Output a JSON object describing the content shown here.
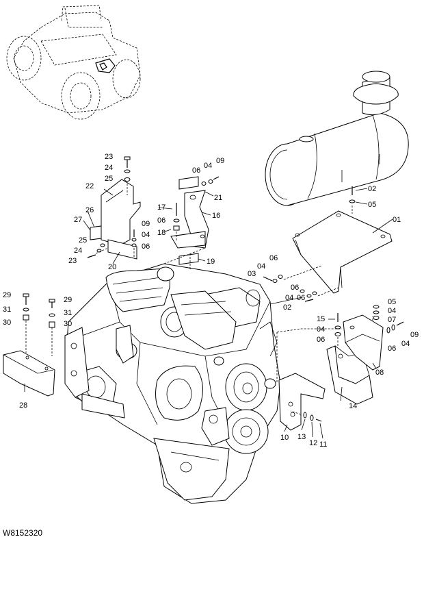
{
  "drawing": {
    "reference_code": "W8152320"
  },
  "callouts": {
    "c01": "01",
    "c02a": "02",
    "c02b": "02",
    "c03": "03",
    "c04a": "04",
    "c04b": "04",
    "c04c": "04",
    "c04d": "04",
    "c04e": "04",
    "c04f": "04",
    "c04g": "04",
    "c05a": "05",
    "c05b": "05",
    "c06a": "06",
    "c06b": "06",
    "c06c": "06",
    "c06d": "06",
    "c06e": "06",
    "c06f": "06",
    "c06g": "06",
    "c07": "07",
    "c08": "08",
    "c09a": "09",
    "c09b": "09",
    "c09c": "09",
    "c10": "10",
    "c11": "11",
    "c12": "12",
    "c13": "13",
    "c14": "14",
    "c15": "15",
    "c16": "16",
    "c17": "17",
    "c18": "18",
    "c19": "19",
    "c20": "20",
    "c21": "21",
    "c22": "22",
    "c23a": "23",
    "c23b": "23",
    "c24a": "24",
    "c24b": "24",
    "c25a": "25",
    "c25b": "25",
    "c26": "26",
    "c27": "27",
    "c28": "28",
    "c29a": "29",
    "c29b": "29",
    "c30a": "30",
    "c30b": "30",
    "c31a": "31",
    "c31b": "31"
  }
}
